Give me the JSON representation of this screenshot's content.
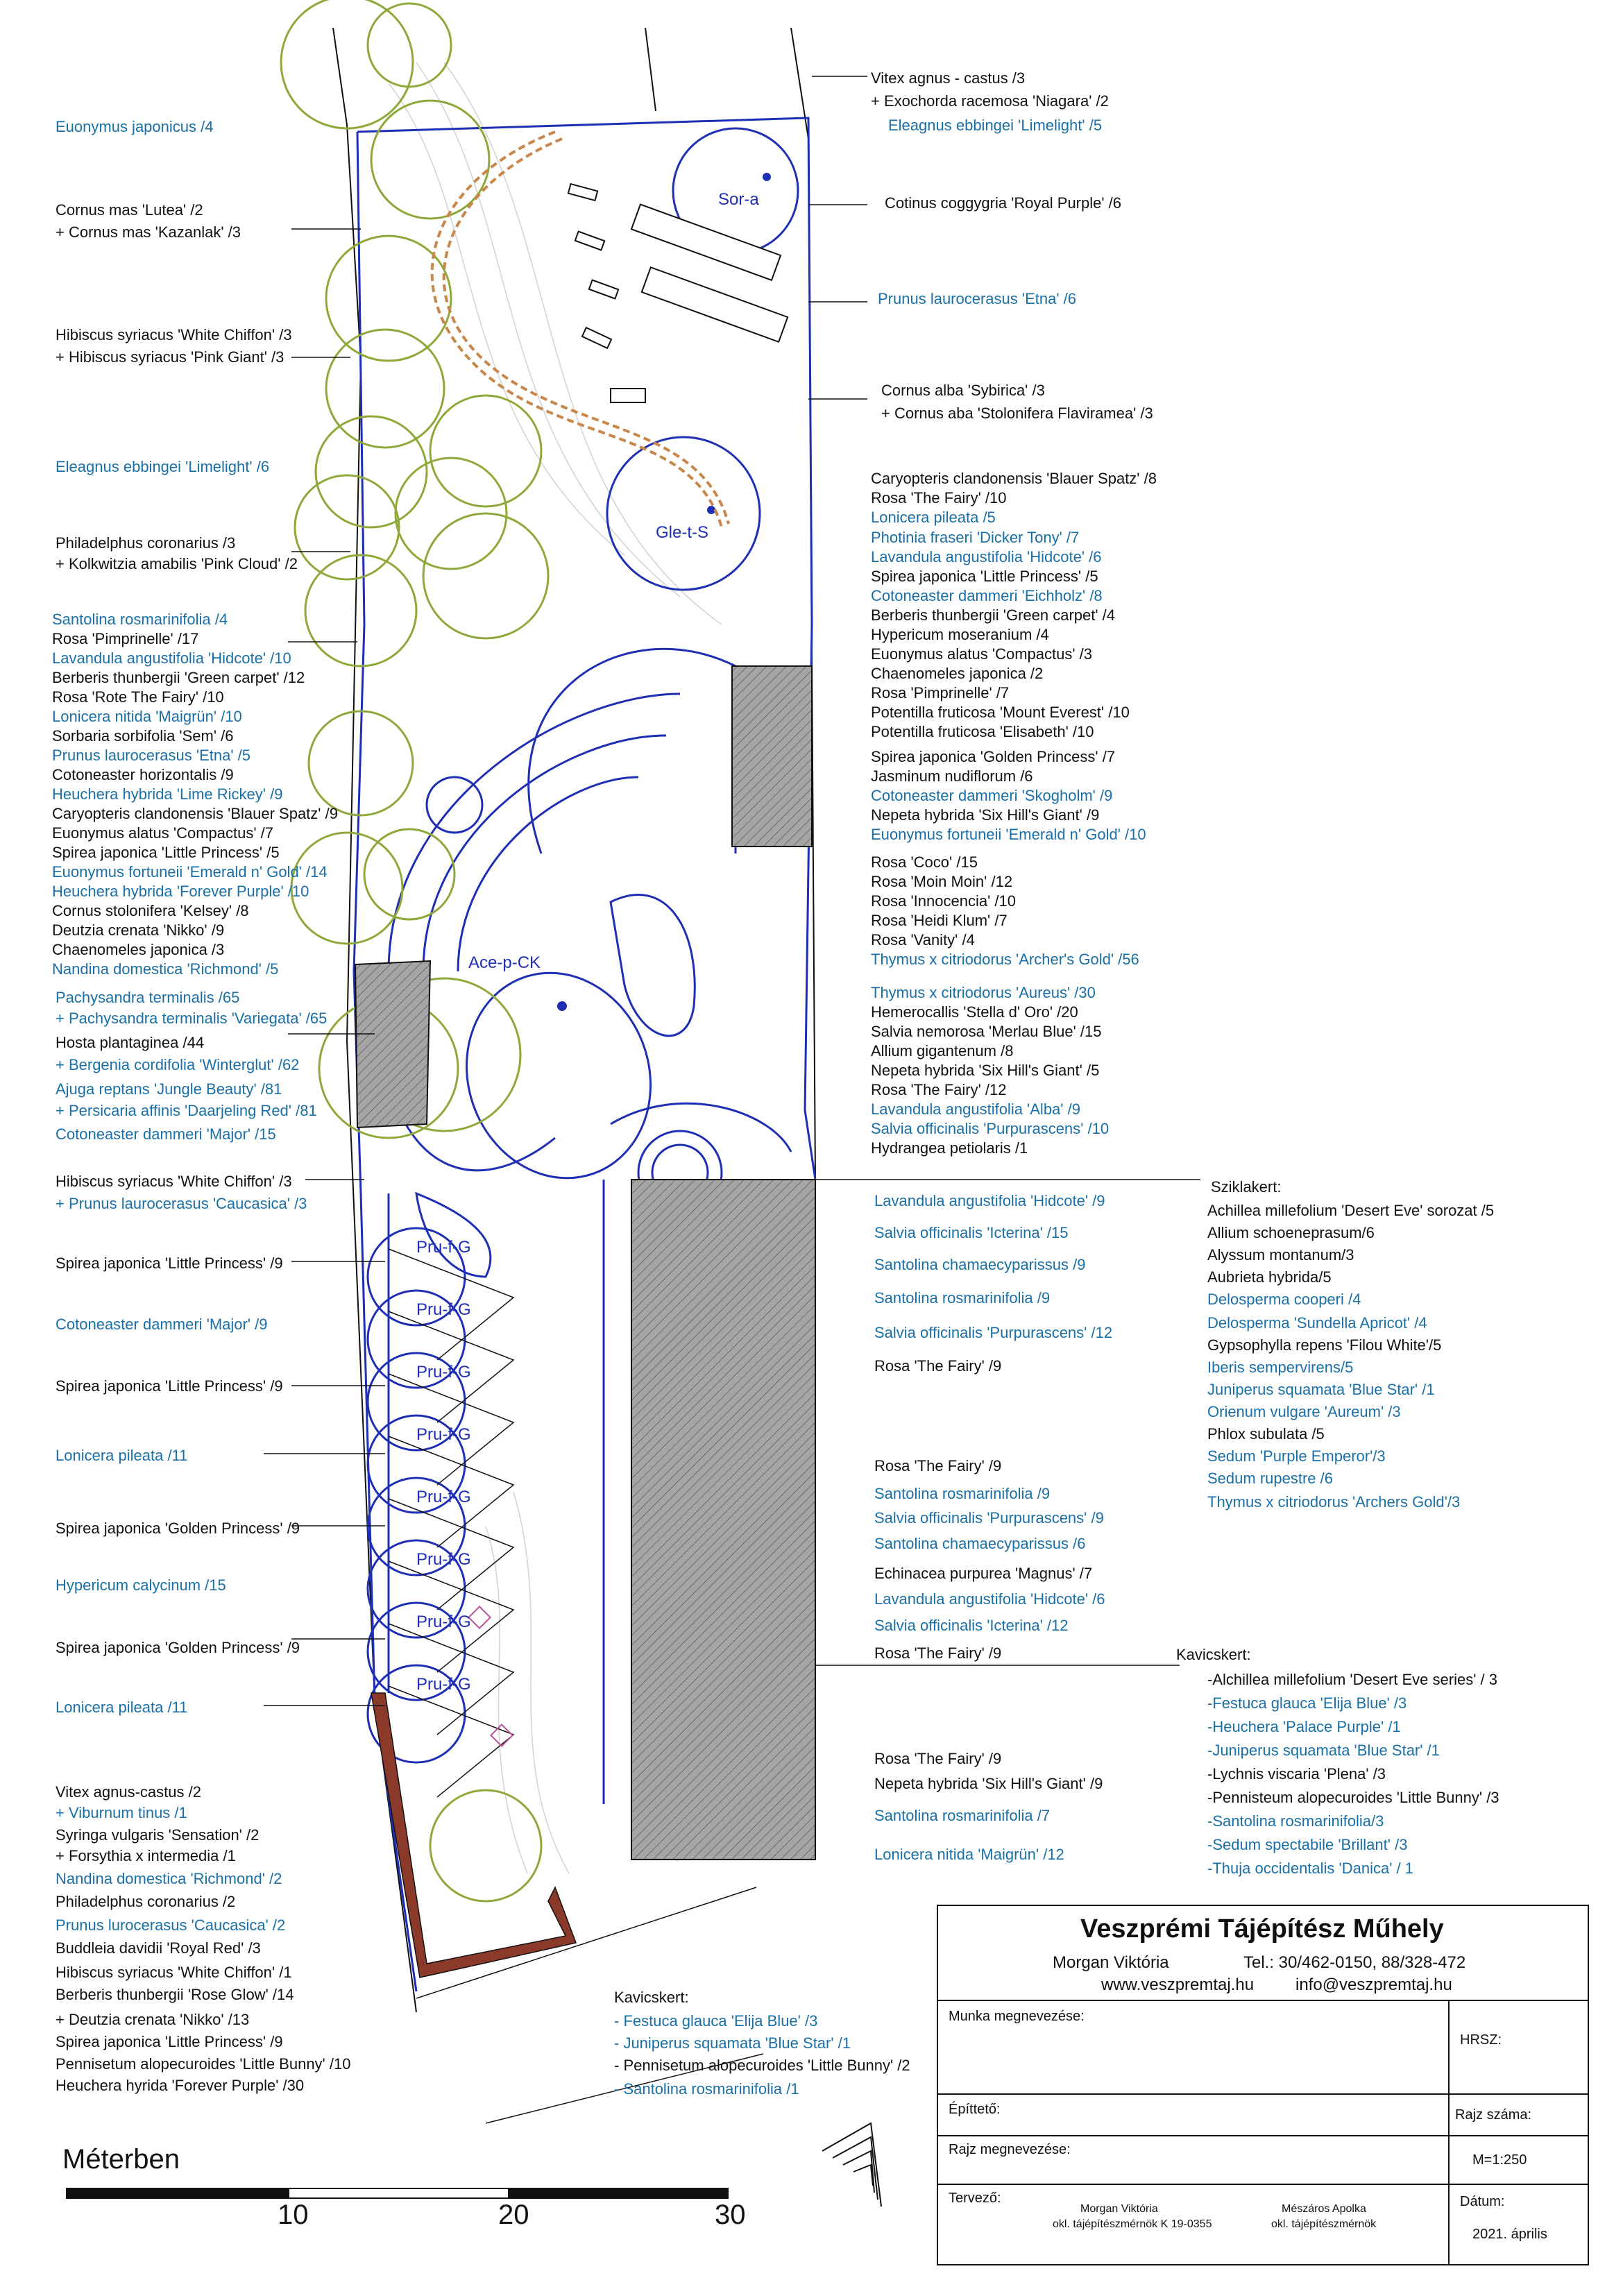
{
  "plan": {
    "zone_labels": [
      {
        "key": "sor",
        "text": "Sor-a"
      },
      {
        "key": "gle",
        "text": "Gle-t-S"
      },
      {
        "key": "ace",
        "text": "Ace-p-CK"
      },
      {
        "key": "pru",
        "text": "Pru-f-G"
      }
    ]
  },
  "labels_left": [
    {
      "text": "Euonymus japonicus /4",
      "color": "blue"
    },
    {
      "text": "Cornus mas 'Lutea' /2",
      "color": "black"
    },
    {
      "text": "+ Cornus mas 'Kazanlak' /3",
      "color": "black"
    },
    {
      "text": "Hibiscus syriacus 'White Chiffon' /3",
      "color": "black"
    },
    {
      "text": "+ Hibiscus syriacus 'Pink Giant' /3",
      "color": "black"
    },
    {
      "text": "Eleagnus ebbingei 'Limelight' /6",
      "color": "blue"
    },
    {
      "text": "Philadelphus coronarius /3",
      "color": "black"
    },
    {
      "text": "+ Kolkwitzia amabilis 'Pink Cloud' /2",
      "color": "black"
    },
    {
      "text": "Santolina rosmarinifolia /4",
      "color": "blue"
    },
    {
      "text": "Rosa 'Pimprinelle' /17",
      "color": "black"
    },
    {
      "text": "Lavandula angustifolia 'Hidcote' /10",
      "color": "blue"
    },
    {
      "text": "Berberis thunbergii 'Green carpet' /12",
      "color": "black"
    },
    {
      "text": "Rosa 'Rote The Fairy' /10",
      "color": "black"
    },
    {
      "text": "Lonicera nitida 'Maigrün' /10",
      "color": "blue"
    },
    {
      "text": "Sorbaria sorbifolia 'Sem' /6",
      "color": "black"
    },
    {
      "text": "Prunus laurocerasus 'Etna' /5",
      "color": "blue"
    },
    {
      "text": "Cotoneaster horizontalis /9",
      "color": "black"
    },
    {
      "text": "Heuchera hybrida 'Lime Rickey' /9",
      "color": "blue"
    },
    {
      "text": "Caryopteris clandonensis 'Blauer Spatz' /9",
      "color": "black"
    },
    {
      "text": "Euonymus alatus 'Compactus' /7",
      "color": "black"
    },
    {
      "text": "Spirea japonica 'Little Princess' /5",
      "color": "black"
    },
    {
      "text": "Euonymus fortuneii 'Emerald n' Gold' /14",
      "color": "blue"
    },
    {
      "text": "Heuchera hybrida 'Forever Purple' /10",
      "color": "blue"
    },
    {
      "text": "Cornus stolonifera 'Kelsey' /8",
      "color": "black"
    },
    {
      "text": "Deutzia crenata 'Nikko' /9",
      "color": "black"
    },
    {
      "text": "Chaenomeles japonica /3",
      "color": "black"
    },
    {
      "text": "Nandina domestica 'Richmond' /5",
      "color": "blue"
    },
    {
      "text": "Pachysandra terminalis /65",
      "color": "blue"
    },
    {
      "text": "+ Pachysandra terminalis 'Variegata' /65",
      "color": "blue"
    },
    {
      "text": "Hosta plantaginea /44",
      "color": "black"
    },
    {
      "text": "+ Bergenia cordifolia 'Winterglut' /62",
      "color": "blue"
    },
    {
      "text": "Ajuga reptans 'Jungle Beauty' /81",
      "color": "blue"
    },
    {
      "text": "+ Persicaria affinis 'Daarjeling Red' /81",
      "color": "blue"
    },
    {
      "text": "Cotoneaster dammeri 'Major' /15",
      "color": "blue"
    },
    {
      "text": "Hibiscus syriacus 'White Chiffon' /3",
      "color": "black"
    },
    {
      "text": "+ Prunus laurocerasus 'Caucasica' /3",
      "color": "blue"
    },
    {
      "text": "Spirea japonica 'Little Princess' /9",
      "color": "black"
    },
    {
      "text": "Cotoneaster dammeri 'Major' /9",
      "color": "blue"
    },
    {
      "text": "Spirea japonica 'Little Princess' /9",
      "color": "black"
    },
    {
      "text": "Lonicera pileata /11",
      "color": "blue"
    },
    {
      "text": "Spirea japonica 'Golden Princess' /9",
      "color": "black"
    },
    {
      "text": "Hypericum calycinum /15",
      "color": "blue"
    },
    {
      "text": "Spirea japonica 'Golden Princess' /9",
      "color": "black"
    },
    {
      "text": "Lonicera pileata /11",
      "color": "blue"
    },
    {
      "text": "Vitex agnus-castus /2",
      "color": "black"
    },
    {
      "text": "+ Viburnum tinus /1",
      "color": "blue"
    },
    {
      "text": "Syringa vulgaris 'Sensation' /2",
      "color": "black"
    },
    {
      "text": "+ Forsythia x intermedia /1",
      "color": "black"
    },
    {
      "text": "Nandina domestica 'Richmond' /2",
      "color": "blue"
    },
    {
      "text": "Philadelphus coronarius /2",
      "color": "black"
    },
    {
      "text": "Prunus lurocerasus 'Caucasica' /2",
      "color": "blue"
    },
    {
      "text": "Buddleia davidii 'Royal Red' /3",
      "color": "black"
    },
    {
      "text": "Hibiscus syriacus 'White Chiffon' /1",
      "color": "black"
    },
    {
      "text": "Berberis thunbergii 'Rose Glow' /14",
      "color": "black"
    },
    {
      "text": "+ Deutzia crenata 'Nikko' /13",
      "color": "black"
    },
    {
      "text": "Spirea japonica 'Little Princess' /9",
      "color": "black"
    },
    {
      "text": "Pennisetum alopecuroides 'Little Bunny' /10",
      "color": "black"
    },
    {
      "text": "Heuchera hyrida 'Forever Purple' /30",
      "color": "black"
    }
  ],
  "labels_right": [
    {
      "text": "Vitex agnus - castus /3",
      "color": "black"
    },
    {
      "text": "+ Exochorda racemosa 'Niagara' /2",
      "color": "black"
    },
    {
      "text": "Eleagnus ebbingei 'Limelight' /5",
      "color": "blue"
    },
    {
      "text": "Cotinus coggygria 'Royal Purple' /6",
      "color": "black"
    },
    {
      "text": "Prunus laurocerasus 'Etna' /6",
      "color": "blue"
    },
    {
      "text": "Cornus alba 'Sybirica' /3",
      "color": "black"
    },
    {
      "text": "+ Cornus aba 'Stolonifera Flaviramea' /3",
      "color": "black"
    },
    {
      "text": "Caryopteris clandonensis 'Blauer Spatz' /8",
      "color": "black"
    },
    {
      "text": "Rosa 'The Fairy' /10",
      "color": "black"
    },
    {
      "text": "Lonicera pileata /5",
      "color": "blue"
    },
    {
      "text": "Photinia fraseri 'Dicker Tony' /7",
      "color": "blue"
    },
    {
      "text": "Lavandula angustifolia 'Hidcote' /6",
      "color": "blue"
    },
    {
      "text": "Spirea japonica 'Little Princess' /5",
      "color": "black"
    },
    {
      "text": "Cotoneaster dammeri 'Eichholz' /8",
      "color": "blue"
    },
    {
      "text": "Berberis thunbergii 'Green carpet' /4",
      "color": "black"
    },
    {
      "text": "Hypericum moseranium /4",
      "color": "black"
    },
    {
      "text": "Euonymus alatus 'Compactus' /3",
      "color": "black"
    },
    {
      "text": "Chaenomeles japonica /2",
      "color": "black"
    },
    {
      "text": "Rosa 'Pimprinelle' /7",
      "color": "black"
    },
    {
      "text": "Potentilla fruticosa 'Mount Everest' /10",
      "color": "black"
    },
    {
      "text": "Potentilla fruticosa 'Elisabeth' /10",
      "color": "black"
    },
    {
      "text": "Spirea japonica 'Golden Princess' /7",
      "color": "black"
    },
    {
      "text": "Jasminum nudiflorum /6",
      "color": "black"
    },
    {
      "text": "Cotoneaster dammeri 'Skogholm' /9",
      "color": "blue"
    },
    {
      "text": "Nepeta hybrida 'Six Hill's Giant' /9",
      "color": "black"
    },
    {
      "text": "Euonymus fortuneii 'Emerald n' Gold' /10",
      "color": "blue"
    },
    {
      "text": "Rosa 'Coco' /15",
      "color": "black"
    },
    {
      "text": "Rosa 'Moin Moin' /12",
      "color": "black"
    },
    {
      "text": "Rosa 'Innocencia' /10",
      "color": "black"
    },
    {
      "text": "Rosa 'Heidi Klum' /7",
      "color": "black"
    },
    {
      "text": "Rosa 'Vanity' /4",
      "color": "black"
    },
    {
      "text": "Thymus x citriodorus 'Archer's Gold' /56",
      "color": "blue"
    },
    {
      "text": "Thymus x citriodorus 'Aureus' /30",
      "color": "blue"
    },
    {
      "text": "Hemerocallis 'Stella d' Oro' /20",
      "color": "black"
    },
    {
      "text": "Salvia nemorosa 'Merlau Blue' /15",
      "color": "black"
    },
    {
      "text": "Allium gigantenum /8",
      "color": "black"
    },
    {
      "text": "Nepeta hybrida 'Six Hill's Giant' /5",
      "color": "black"
    },
    {
      "text": "Rosa 'The Fairy' /12",
      "color": "black"
    },
    {
      "text": "Lavandula angustifolia 'Alba' /9",
      "color": "blue"
    },
    {
      "text": "Salvia officinalis 'Purpurascens' /10",
      "color": "blue"
    },
    {
      "text": "Hydrangea petiolaris /1",
      "color": "black"
    }
  ],
  "labels_mid": [
    {
      "text": "Lavandula angustifolia 'Hidcote' /9",
      "color": "blue"
    },
    {
      "text": "Salvia officinalis 'Icterina' /15",
      "color": "blue"
    },
    {
      "text": "Santolina chamaecyparissus /9",
      "color": "blue"
    },
    {
      "text": "Santolina rosmarinifolia /9",
      "color": "blue"
    },
    {
      "text": "Salvia officinalis 'Purpurascens' /12",
      "color": "blue"
    },
    {
      "text": "Rosa 'The Fairy' /9",
      "color": "black"
    },
    {
      "text": "Rosa 'The Fairy' /9",
      "color": "black"
    },
    {
      "text": "Santolina rosmarinifolia /9",
      "color": "blue"
    },
    {
      "text": "Salvia officinalis 'Purpurascens' /9",
      "color": "blue"
    },
    {
      "text": "Santolina chamaecyparissus /6",
      "color": "blue"
    },
    {
      "text": "Echinacea purpurea 'Magnus' /7",
      "color": "black"
    },
    {
      "text": "Lavandula angustifolia 'Hidcote' /6",
      "color": "blue"
    },
    {
      "text": "Salvia officinalis 'Icterina' /12",
      "color": "blue"
    },
    {
      "text": "Rosa 'The Fairy' /9",
      "color": "black"
    },
    {
      "text": "Rosa 'The Fairy' /9",
      "color": "black"
    },
    {
      "text": "Nepeta hybrida 'Six Hill's Giant' /9",
      "color": "black"
    },
    {
      "text": "Santolina rosmarinifolia /7",
      "color": "blue"
    },
    {
      "text": "Lonicera nitida 'Maigrün' /12",
      "color": "blue"
    }
  ],
  "sziklakert": [
    {
      "text": "Sziklakert:",
      "color": "black"
    },
    {
      "text": "Achillea millefolium 'Desert Eve' sorozat /5",
      "color": "black"
    },
    {
      "text": "Allium schoeneprasum/6",
      "color": "black"
    },
    {
      "text": "Alyssum montanum/3",
      "color": "black"
    },
    {
      "text": "Aubrieta hybrida/5",
      "color": "black"
    },
    {
      "text": "Delosperma cooperi /4",
      "color": "blue"
    },
    {
      "text": "Delosperma 'Sundella Apricot' /4",
      "color": "blue"
    },
    {
      "text": "Gypsophylla repens 'Filou White'/5",
      "color": "black"
    },
    {
      "text": "Iberis sempervirens/5",
      "color": "blue"
    },
    {
      "text": "Juniperus squamata 'Blue Star' /1",
      "color": "blue"
    },
    {
      "text": "Orienum vulgare 'Aureum' /3",
      "color": "blue"
    },
    {
      "text": "Phlox subulata /5",
      "color": "black"
    },
    {
      "text": "Sedum 'Purple Emperor'/3",
      "color": "blue"
    },
    {
      "text": "Sedum rupestre /6",
      "color": "blue"
    },
    {
      "text": "Thymus x citriodorus 'Archers Gold'/3",
      "color": "blue"
    }
  ],
  "kavicskert_right": [
    {
      "text": "Kavicskert:",
      "color": "black"
    },
    {
      "text": "-Alchillea millefolium 'Desert Eve series' / 3",
      "color": "black"
    },
    {
      "text": "-Festuca glauca 'Elija Blue' /3",
      "color": "blue"
    },
    {
      "text": "-Heuchera 'Palace Purple' /1",
      "color": "blue"
    },
    {
      "text": "-Juniperus squamata 'Blue Star' /1",
      "color": "blue"
    },
    {
      "text": "-Lychnis viscaria 'Plena' /3",
      "color": "black"
    },
    {
      "text": "-Pennisteum alopecuroides 'Little Bunny' /3",
      "color": "black"
    },
    {
      "text": "-Santolina rosmarinifolia/3",
      "color": "blue"
    },
    {
      "text": "-Sedum spectabile 'Brillant' /3",
      "color": "blue"
    },
    {
      "text": "-Thuja occidentalis 'Danica' / 1",
      "color": "blue"
    }
  ],
  "kavicskert_bottom": [
    {
      "text": "Kavicskert:",
      "color": "black"
    },
    {
      "text": "- Festuca glauca 'Elija Blue' /3",
      "color": "blue"
    },
    {
      "text": "- Juniperus squamata 'Blue Star' /1",
      "color": "blue"
    },
    {
      "text": "- Pennisetum alopecuroides 'Little Bunny' /2",
      "color": "black"
    },
    {
      "text": "- Santolina rosmarinifolia /1",
      "color": "blue"
    }
  ],
  "title_block": {
    "firm": "Veszprémi Tájépítész Műhely",
    "person": "Morgan Viktória",
    "phone": "Tel.: 30/462-0150, 88/328-472",
    "web": "www.veszpremtaj.hu",
    "email": "info@veszpremtaj.hu",
    "work_name_label": "Munka megnevezése:",
    "hrsz_label": "HRSZ:",
    "builder_label": "Építtető:",
    "drawing_no_label": "Rajz száma:",
    "drawing_name_label": "Rajz megnevezése:",
    "scale": "M=1:250",
    "designer_label": "Tervező:",
    "designer1_name": "Morgan Viktória",
    "designer1_title": "okl. tájépítészmérnök K 19-0355",
    "designer2_name": "Mészáros Apolka",
    "designer2_title": "okl. tájépítészmérnök",
    "date_label": "Dátum:",
    "date": "2021. április"
  },
  "scale_bar": {
    "title": "Méterben",
    "ticks": [
      "10",
      "20",
      "30"
    ]
  },
  "colors": {
    "plan_blue": "#1f2fb5",
    "label_blue": "#1a6fa6",
    "tree_green": "#8fa83a",
    "hatch_gray": "#9a9a9a",
    "path_brick": "#8b3a2a",
    "path_orange": "#c8864a"
  }
}
